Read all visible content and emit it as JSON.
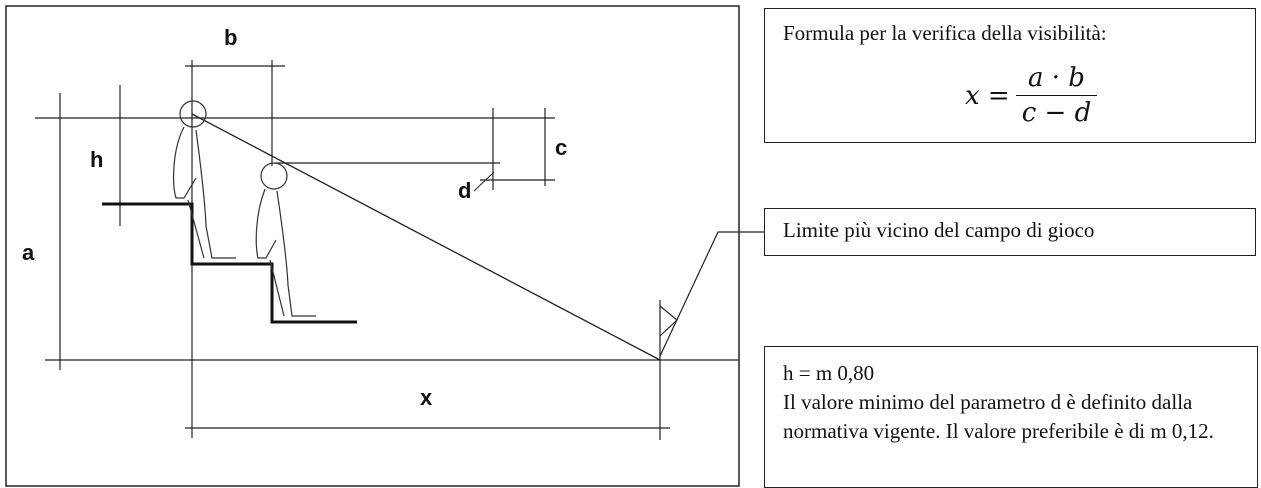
{
  "diagram": {
    "labels": {
      "a": "a",
      "b": "b",
      "c": "c",
      "d": "d",
      "h": "h",
      "x": "x"
    }
  },
  "formula_box": {
    "title": "Formula per la verifica della visibilità:",
    "lhs": "x =",
    "numerator": "a · b",
    "denominator": "c − d"
  },
  "limit_box": {
    "text": "Limite più vicino del campo di gioco"
  },
  "notes_box": {
    "line1": "h = m 0,80",
    "line2": "Il valore minimo del parametro d è definito dalla normativa vigente. Il valore preferibile è di m 0,12."
  }
}
